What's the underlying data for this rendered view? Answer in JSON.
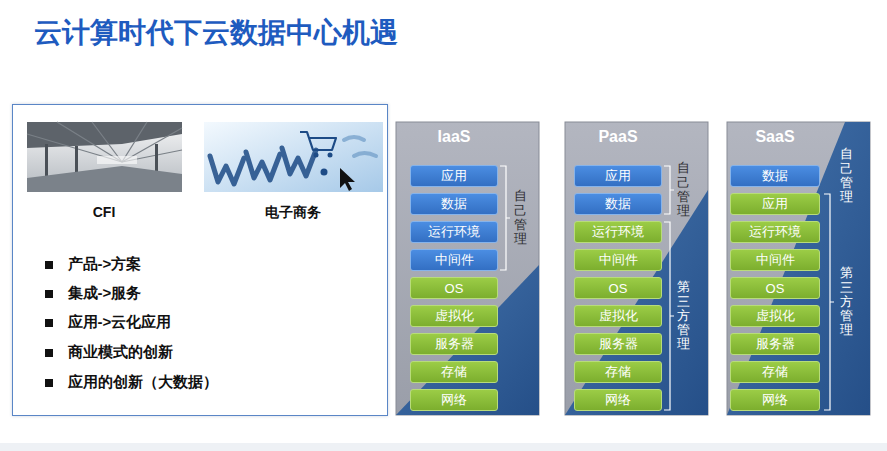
{
  "diagram": {
    "title": "云计算时代下云数据中心机遇",
    "nodes": [
      {
        "text": [
          "CFI",
          "电子商务",
          "产品->方案",
          "集成->服务",
          "应用->云化应用",
          "商业模式的创新",
          "应用的创新（大数据）"
        ]
      },
      {
        "text": [
          "IaaS",
          "自己管理"
        ]
      },
      {
        "text": [
          "应用"
        ],
        "in": 1
      },
      {
        "text": [
          "数据"
        ],
        "in": 1
      },
      {
        "text": [
          "运行环境"
        ],
        "in": 1
      },
      {
        "text": [
          "中间件"
        ],
        "in": 1
      },
      {
        "text": [
          "OS"
        ],
        "in": 1
      },
      {
        "text": [
          "虚拟化"
        ],
        "in": 1
      },
      {
        "text": [
          "服务器"
        ],
        "in": 1
      },
      {
        "text": [
          "存储"
        ],
        "in": 1
      },
      {
        "text": [
          "网络"
        ],
        "in": 1
      },
      {
        "text": [
          "PaaS",
          "自己管理",
          "第三方管理"
        ]
      },
      {
        "text": [
          "应用"
        ],
        "in": 11
      },
      {
        "text": [
          "数据"
        ],
        "in": 11
      },
      {
        "text": [
          "运行环境"
        ],
        "in": 11
      },
      {
        "text": [
          "中间件"
        ],
        "in": 11
      },
      {
        "text": [
          "OS"
        ],
        "in": 11
      },
      {
        "text": [
          "虚拟化"
        ],
        "in": 11
      },
      {
        "text": [
          "服务器"
        ],
        "in": 11
      },
      {
        "text": [
          "存储"
        ],
        "in": 11
      },
      {
        "text": [
          "网络"
        ],
        "in": 11
      },
      {
        "text": [
          "SaaS",
          "自己管理",
          "第三方管理"
        ]
      },
      {
        "text": [
          "数据"
        ],
        "in": 21
      },
      {
        "text": [
          "应用"
        ],
        "in": 21
      },
      {
        "text": [
          "运行环境"
        ],
        "in": 21
      },
      {
        "text": [
          "中间件"
        ],
        "in": 21
      },
      {
        "text": [
          "OS"
        ],
        "in": 21
      },
      {
        "text": [
          "虚拟化"
        ],
        "in": 21
      },
      {
        "text": [
          "服务器"
        ],
        "in": 21
      },
      {
        "text": [
          "存储"
        ],
        "in": 21
      },
      {
        "text": [
          "网络"
        ],
        "in": 21
      }
    ]
  }
}
